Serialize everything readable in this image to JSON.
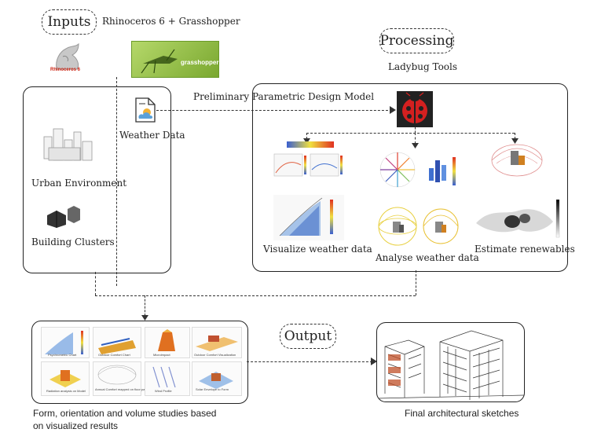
{
  "inputs": {
    "title": "Inputs",
    "software_label": "Rhinoceros 6 + Grasshopper",
    "rhino_logo_text": "Rhinoceros 6",
    "grasshopper_logo_text": "grasshopper",
    "weather_data_label": "Weather Data",
    "urban_environment_label": "Urban Environment",
    "building_clusters_label": "Building Clusters"
  },
  "processing": {
    "title": "Processing",
    "subtitle": "Ladybug Tools",
    "model_label": "Preliminary Parametric Design Model",
    "visualize_label": "Visualize weather data",
    "analyse_label": "Analyse weather data",
    "estimate_label": "Estimate renewables"
  },
  "output": {
    "title": "Output",
    "studies_caption_line1": "Form, orientation and volume studies based",
    "studies_caption_line2": "on visualized results",
    "sketches_caption": "Final architectural sketches",
    "thumbnails": [
      "Psychrometric Chart",
      "Outdoor Comfort Chart",
      "Microimpact",
      "Outdoor Comfort Visualization",
      "Radiation analysis on Model",
      "Annual Comfort mapped on floor patch",
      "Wind Profile",
      "Solar Envelope to Form"
    ]
  },
  "colors": {
    "line": "#333333",
    "ladybug_red": "#d42020",
    "grasshopper_green": "#8fbf3a"
  }
}
